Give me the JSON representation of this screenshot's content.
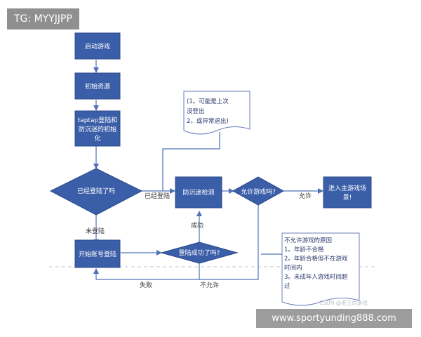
{
  "overlay_tag": "TG: MYYJJPP",
  "site_banner": "www.sportyunding888.com",
  "watermark": "CSDN @老王的游戏",
  "colors": {
    "box_fill": "#3b5ea8",
    "box_stroke": "#2b4a8a",
    "line": "#4e73b8",
    "note_stroke": "#6a7fb6",
    "dashed": "#c8c8c8"
  },
  "nodes": {
    "start": "启动游戏",
    "init_res": "初始资源",
    "sdk_init": [
      "taptap登陆和",
      "防沉迷的初始",
      "化"
    ],
    "logged_in_q": "已经登陆了吗",
    "anti_addiction": "防沉迷检测",
    "allow_q": "允许游戏吗?",
    "enter_scene": [
      "进入主游戏场",
      "景!"
    ],
    "start_login": "开始账号登陆",
    "login_success_q": "登陆成功了吗?"
  },
  "edges": {
    "already_logged": "已经登陆",
    "allow": "允许",
    "not_logged": "未登陆",
    "success": "成功",
    "fail": "失败",
    "not_allowed": "不允许"
  },
  "notes": {
    "top_note": [
      "(1。可能是上次",
      "没登出",
      "2。或异常退出)"
    ],
    "reason_note": [
      "不允许游戏的原因",
      "1。年龄不合格",
      "2。年龄合格但不在游戏",
      "时间内",
      "3。未成年人游戏时间超",
      "过"
    ]
  }
}
